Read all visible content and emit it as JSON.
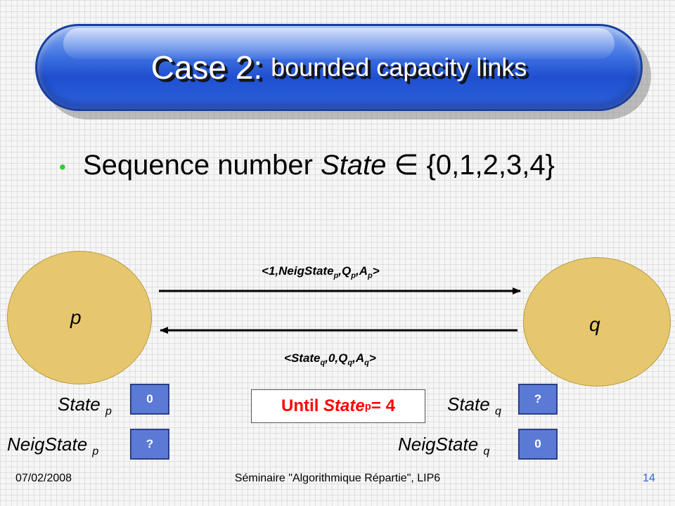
{
  "title": {
    "main": "Case 2:",
    "sub": "bounded capacity links"
  },
  "bullet": {
    "prefix": "Sequence number ",
    "variable": "State",
    "symbol": "∈",
    "set": "{0,1,2,3,4}"
  },
  "nodes": {
    "p": "p",
    "q": "q"
  },
  "messages": {
    "p_to_q": {
      "open": "<",
      "first": "1",
      "field": "NeigState",
      "sub1": "p",
      "comma": ",",
      "q": "Q",
      "sub2": "p",
      "a": "A",
      "sub3": "p",
      "close": ">"
    },
    "q_to_p": {
      "open": "<",
      "field": "State",
      "sub1": "q",
      "mid": ",0,",
      "q": "Q",
      "sub2": "q",
      "a": "A",
      "sub3": "q",
      "close": ">"
    }
  },
  "labels": {
    "state_p": {
      "base": "State",
      "sub": "p"
    },
    "neig_p": {
      "base": "NeigState",
      "sub": "p"
    },
    "state_q": {
      "base": "State",
      "sub": "q"
    },
    "neig_q": {
      "base": "NeigState",
      "sub": "q"
    }
  },
  "values": {
    "state_p": "0",
    "neig_p": "?",
    "state_q": "?",
    "neig_q": "0"
  },
  "until": {
    "prefix": "Until ",
    "variable": "State",
    "sub": "p",
    "suffix": " = 4"
  },
  "footer": {
    "date": "07/02/2008",
    "center": "Séminaire \"Algorithmique Répartie\", LIP6",
    "page": "14"
  },
  "colors": {
    "title_blue": "#2e63de",
    "node_fill": "#e6c76e",
    "box_fill": "#5b7ad6",
    "until_text": "#ff0000",
    "bullet_green": "#33cc33",
    "page_number": "#3366cc"
  }
}
